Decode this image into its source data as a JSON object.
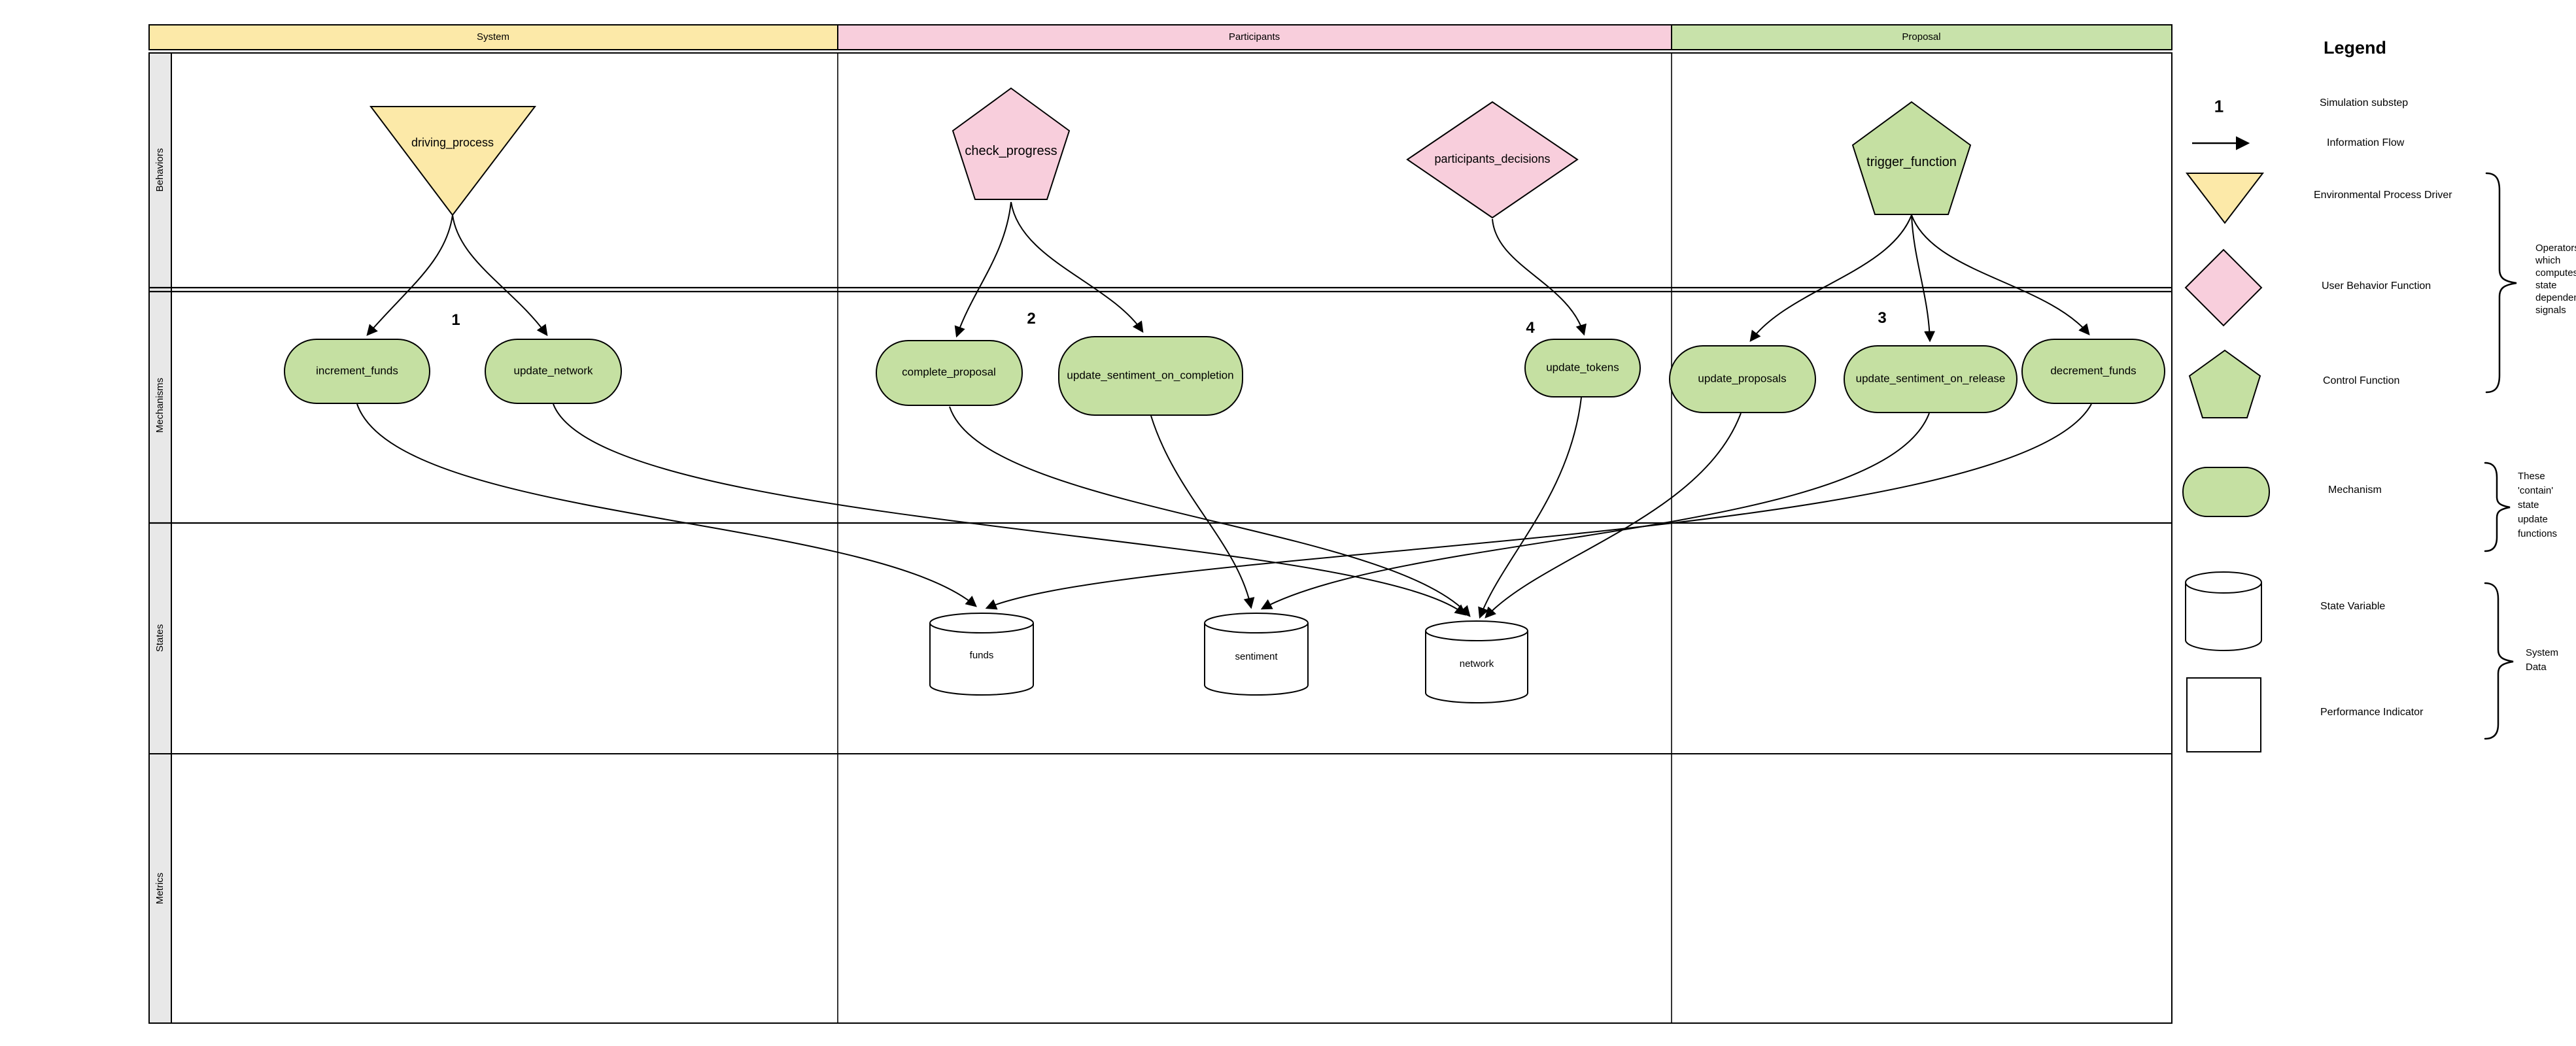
{
  "colors": {
    "yellow": "#FCE9A8",
    "pink": "#F8CEDC",
    "green": "#C5E0A2",
    "header_green": "#C8E2AA",
    "row_label_bg": "#E8E8E8",
    "white": "#FFFFFF",
    "stroke": "#000000"
  },
  "grid": {
    "columns": [
      {
        "label": "System"
      },
      {
        "label": "Participants"
      },
      {
        "label": "Proposal"
      }
    ],
    "rows": [
      {
        "label": "Behaviors"
      },
      {
        "label": "Mechanisms"
      },
      {
        "label": "States"
      },
      {
        "label": "Metrics"
      }
    ]
  },
  "nodes": {
    "behaviors": [
      {
        "label": "driving_process",
        "shape": "inverted-triangle",
        "column": "System"
      },
      {
        "label": "check_progress",
        "shape": "pentagon",
        "column": "Participants"
      },
      {
        "label": "participants_decisions",
        "shape": "diamond",
        "column": "Participants"
      },
      {
        "label": "trigger_function",
        "shape": "pentagon",
        "column": "Proposal"
      }
    ],
    "mechanisms": [
      {
        "label": "increment_funds",
        "column": "System"
      },
      {
        "label": "update_network",
        "column": "System"
      },
      {
        "label": "complete_proposal",
        "column": "Participants"
      },
      {
        "label": "update_sentiment_on_completion",
        "column": "Participants"
      },
      {
        "label": "update_tokens",
        "column": "Participants"
      },
      {
        "label": "update_proposals",
        "column": "Proposal"
      },
      {
        "label": "update_sentiment_on_release",
        "column": "Proposal"
      },
      {
        "label": "decrement_funds",
        "column": "Proposal"
      }
    ],
    "states": [
      {
        "label": "funds",
        "shape": "cylinder"
      },
      {
        "label": "sentiment",
        "shape": "cylinder"
      },
      {
        "label": "network",
        "shape": "cylinder"
      }
    ]
  },
  "substeps": [
    {
      "value": "1",
      "column": "System"
    },
    {
      "value": "2",
      "column": "Participants"
    },
    {
      "value": "4",
      "column": "Participants"
    },
    {
      "value": "3",
      "column": "Proposal"
    }
  ],
  "flows": {
    "behavior_to_mechanism": [
      {
        "from": "driving_process",
        "to": "increment_funds"
      },
      {
        "from": "driving_process",
        "to": "update_network"
      },
      {
        "from": "check_progress",
        "to": "complete_proposal"
      },
      {
        "from": "check_progress",
        "to": "update_sentiment_on_completion"
      },
      {
        "from": "participants_decisions",
        "to": "update_tokens"
      },
      {
        "from": "trigger_function",
        "to": "update_proposals"
      },
      {
        "from": "trigger_function",
        "to": "update_sentiment_on_release"
      },
      {
        "from": "trigger_function",
        "to": "decrement_funds"
      }
    ],
    "mechanism_to_state": [
      {
        "from": "increment_funds",
        "to": "funds"
      },
      {
        "from": "update_network",
        "to": "network"
      },
      {
        "from": "complete_proposal",
        "to": "network"
      },
      {
        "from": "update_sentiment_on_completion",
        "to": "sentiment"
      },
      {
        "from": "update_tokens",
        "to": "network"
      },
      {
        "from": "update_proposals",
        "to": "network"
      },
      {
        "from": "update_sentiment_on_release",
        "to": "sentiment"
      },
      {
        "from": "decrement_funds",
        "to": "funds"
      }
    ]
  },
  "legend": {
    "title": "Legend",
    "items": [
      {
        "symbol": "substep-number",
        "sample": "1",
        "label": "Simulation substep"
      },
      {
        "symbol": "arrow",
        "label": "Information Flow"
      },
      {
        "symbol": "inverted-triangle",
        "label": "Environmental Process Driver"
      },
      {
        "symbol": "diamond",
        "label": "User Behavior Function"
      },
      {
        "symbol": "pentagon",
        "label": "Control Function"
      },
      {
        "symbol": "stadium",
        "label": "Mechanism"
      },
      {
        "symbol": "cylinder",
        "label": "State Variable"
      },
      {
        "symbol": "square",
        "label": "Performance Indicator"
      }
    ],
    "annotations": [
      {
        "text": "Operators\nwhich\ncomputes\nstate\ndependent\nsignals"
      },
      {
        "text": "These\n'contain'\nstate\nupdate\nfunctions"
      },
      {
        "text": "System\nData"
      }
    ]
  }
}
